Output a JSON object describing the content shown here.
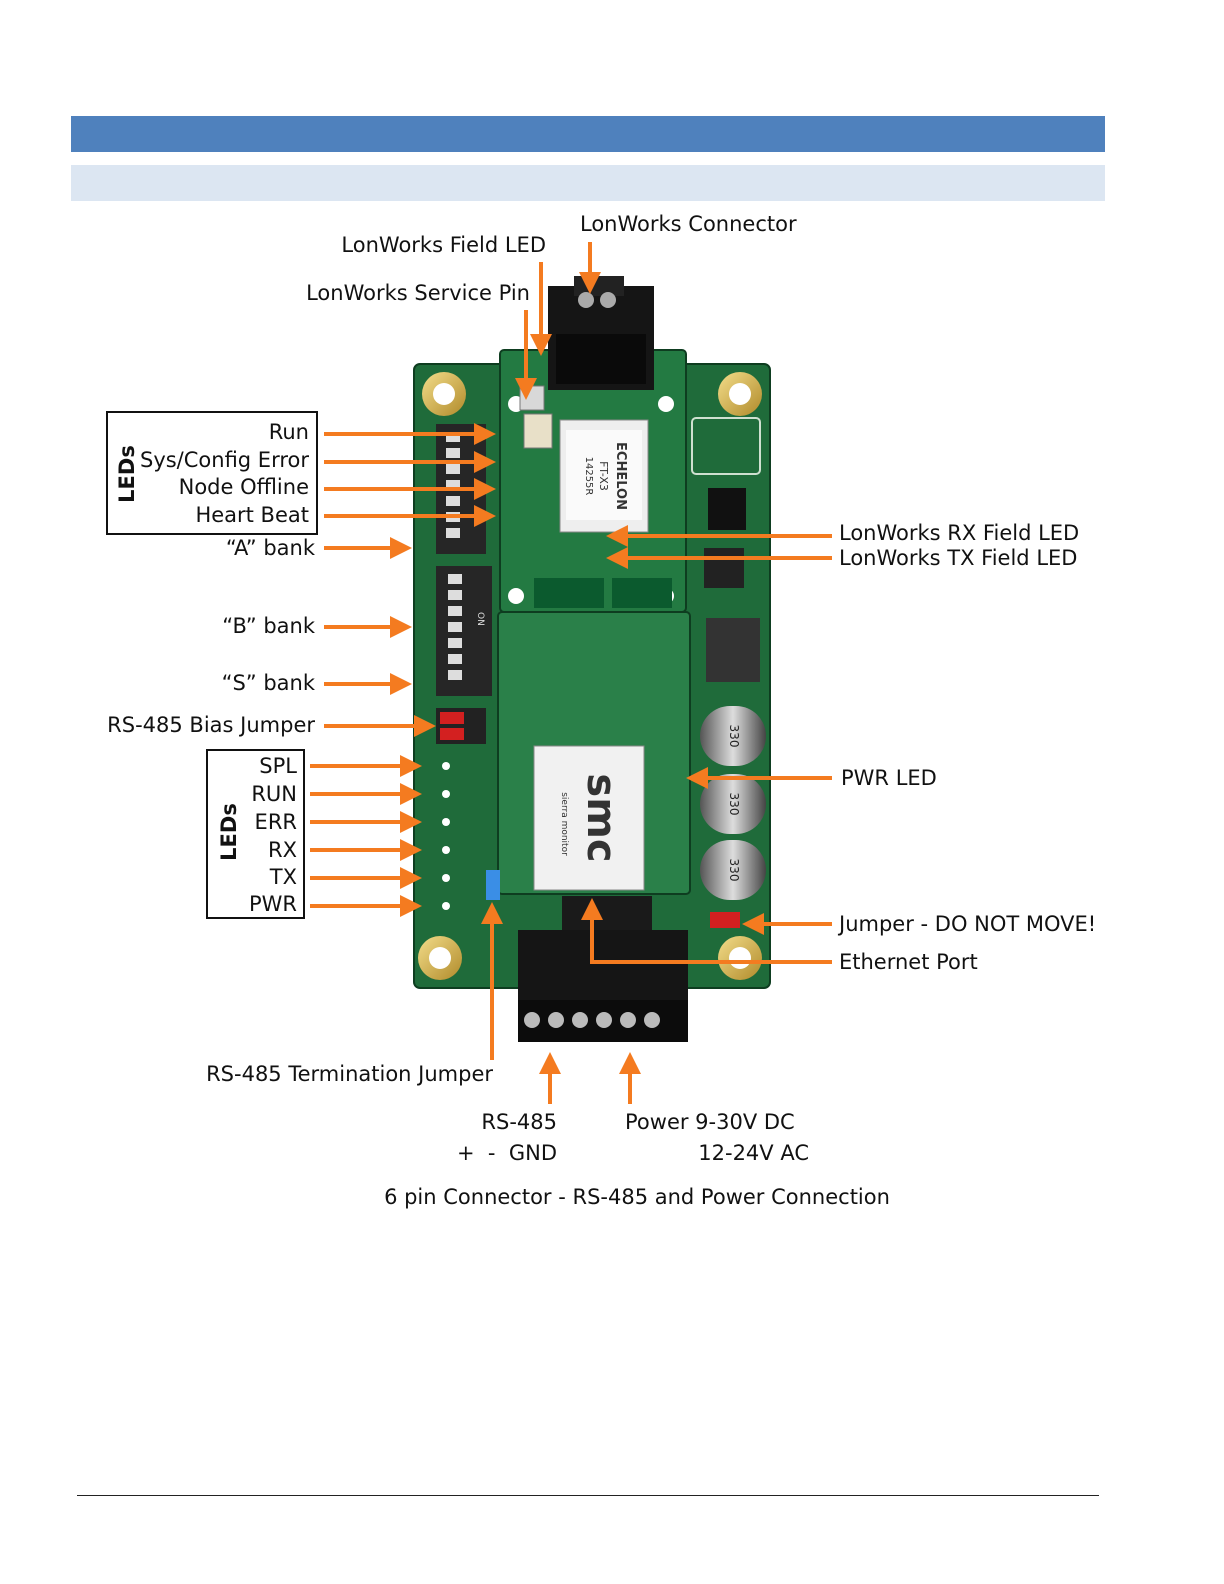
{
  "labels": {
    "lonworks_connector": "LonWorks Connector",
    "lonworks_field_led": "LonWorks Field LED",
    "lonworks_service_pin": "LonWorks Service Pin",
    "leds_top": "LEDs",
    "run": "Run",
    "sys_config_error": "Sys/Config Error",
    "node_offline": "Node Offline",
    "heart_beat": "Heart Beat",
    "a_bank": "“A” bank",
    "b_bank": "“B” bank",
    "s_bank": "“S” bank",
    "rs485_bias_jumper": "RS-485 Bias Jumper",
    "leds_bottom": "LEDs",
    "spl": "SPL",
    "run_caps": "RUN",
    "err": "ERR",
    "rx": "RX",
    "tx": "TX",
    "pwr": "PWR",
    "lonworks_rx_field_led": "LonWorks RX Field LED",
    "lonworks_tx_field_led": "LonWorks TX Field LED",
    "pwr_led": "PWR LED",
    "jumper_do_not_move": "Jumper - DO NOT MOVE!",
    "ethernet_port": "Ethernet Port",
    "rs485_termination_jumper": "RS-485 Termination Jumper",
    "rs485": "RS-485",
    "rs485_pins": "+  -  GND",
    "power_dc": "Power 9-30V DC",
    "power_ac": "12-24V AC",
    "connector_caption": "6 pin Connector - RS-485 and Power Connection"
  },
  "board_markings": {
    "echelon_line1": "ECHELON",
    "echelon_line2": "FT-X3",
    "echelon_line3": "14255R",
    "smc_logo": "smc",
    "smc_sub": "sierra monitor",
    "cap_text": "330",
    "dip_on": "ON"
  },
  "colors": {
    "accent_arrow": "#f47b20",
    "header_band": "#4f81bd",
    "subheader_band": "#dce6f2",
    "pcb_green": "#1f6b3a"
  }
}
